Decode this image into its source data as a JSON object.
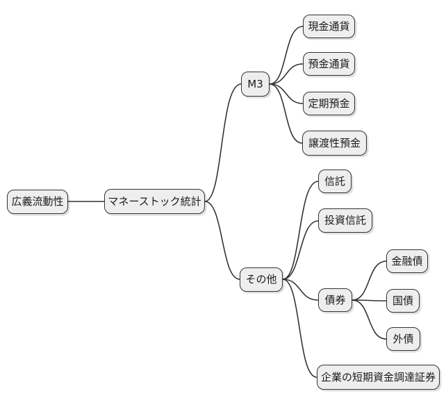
{
  "diagram": {
    "type": "mindmap",
    "language": "ja",
    "colors": {
      "background": "#ffffff",
      "node_fill": "#eeeeee",
      "node_border": "#333333",
      "edge_stroke": "#333333",
      "text": "#1a1a1a"
    },
    "nodes": {
      "broad_liquidity": {
        "label": "広義流動性"
      },
      "money_stock": {
        "label": "マネーストック統計"
      },
      "m3": {
        "label": "M3"
      },
      "cash_currency": {
        "label": "現金通貨"
      },
      "deposit_currency": {
        "label": "預金通貨"
      },
      "time_deposits": {
        "label": "定期預金"
      },
      "negotiable_deposits": {
        "label": "譲渡性預金"
      },
      "others": {
        "label": "その他"
      },
      "trust": {
        "label": "信託"
      },
      "investment_trust": {
        "label": "投資信託"
      },
      "bonds": {
        "label": "債券"
      },
      "financial_bonds": {
        "label": "金融債"
      },
      "government_bonds": {
        "label": "国債"
      },
      "foreign_bonds": {
        "label": "外債"
      },
      "corporate_short_term_securities": {
        "label": "企業の短期資金調達証券"
      }
    },
    "edges": [
      {
        "from": "broad_liquidity",
        "to": "money_stock"
      },
      {
        "from": "money_stock",
        "to": "m3"
      },
      {
        "from": "money_stock",
        "to": "others"
      },
      {
        "from": "m3",
        "to": "cash_currency"
      },
      {
        "from": "m3",
        "to": "deposit_currency"
      },
      {
        "from": "m3",
        "to": "time_deposits"
      },
      {
        "from": "m3",
        "to": "negotiable_deposits"
      },
      {
        "from": "others",
        "to": "trust"
      },
      {
        "from": "others",
        "to": "investment_trust"
      },
      {
        "from": "others",
        "to": "bonds"
      },
      {
        "from": "others",
        "to": "corporate_short_term_securities"
      },
      {
        "from": "bonds",
        "to": "financial_bonds"
      },
      {
        "from": "bonds",
        "to": "government_bonds"
      },
      {
        "from": "bonds",
        "to": "foreign_bonds"
      }
    ]
  }
}
